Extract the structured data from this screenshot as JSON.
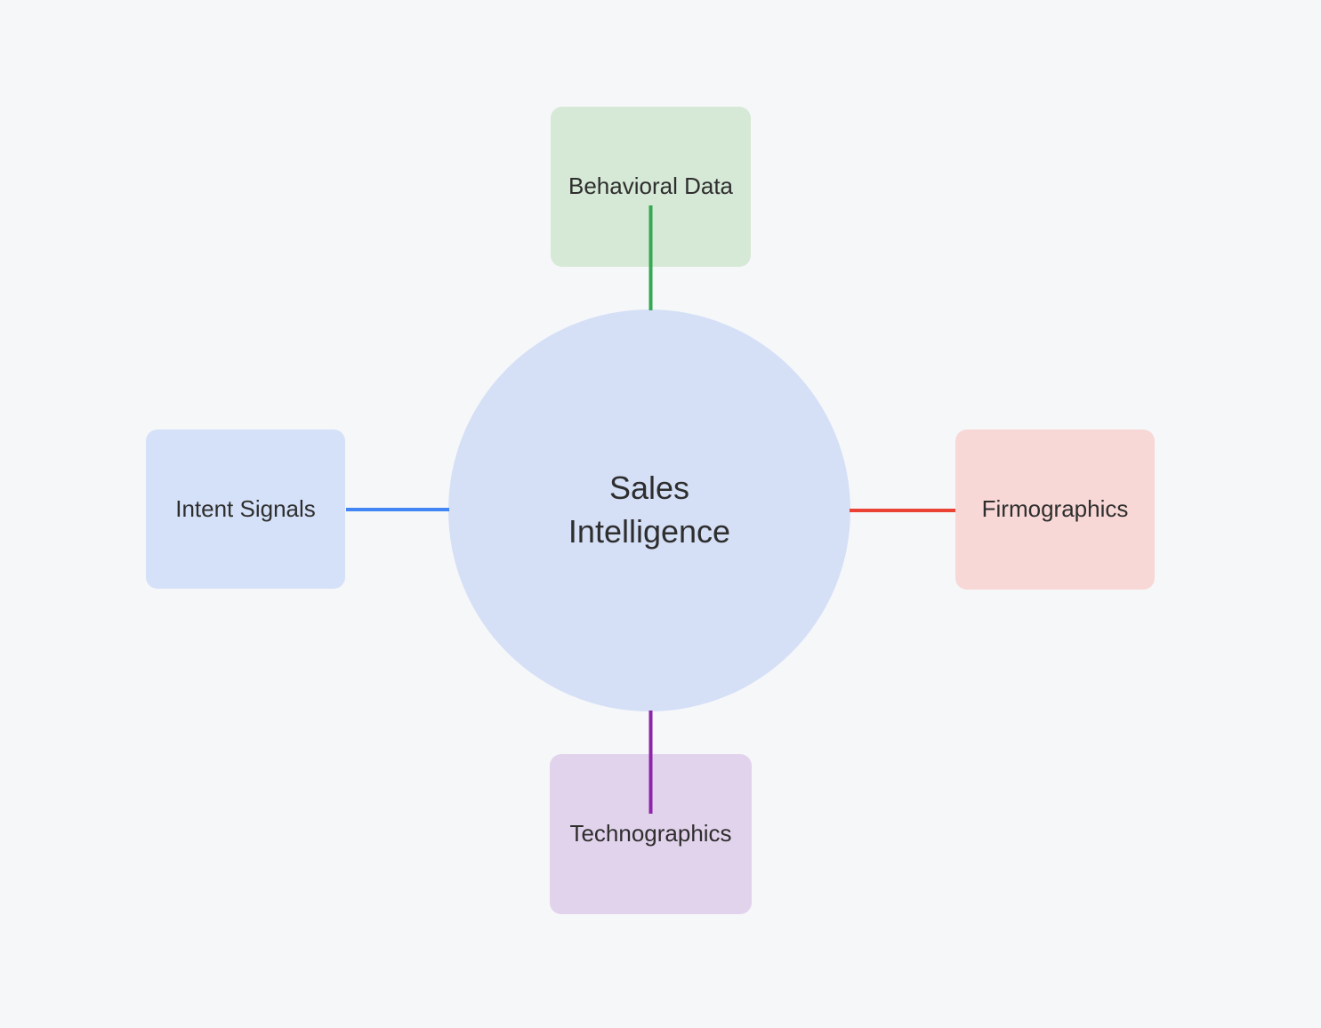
{
  "canvas": {
    "background_color": "#f6f7f9"
  },
  "center": {
    "label": "Sales\nIntelligence",
    "fill_color": "#d5e0f7",
    "text_color": "#2e2e2e",
    "shape": "circle"
  },
  "nodes": {
    "behavioral": {
      "label": "Behavioral Data",
      "fill_color": "#d6e8d6",
      "connector_color": "#34a853",
      "position": "top"
    },
    "intent": {
      "label": "Intent Signals",
      "fill_color": "#d5e1f8",
      "connector_color": "#4285f4",
      "position": "left"
    },
    "firmographics": {
      "label": "Firmographics",
      "fill_color": "#f8d8d6",
      "connector_color": "#ea4335",
      "position": "right"
    },
    "technographics": {
      "label": "Technographics",
      "fill_color": "#e2d3ec",
      "connector_color": "#8e24aa",
      "position": "bottom"
    }
  }
}
